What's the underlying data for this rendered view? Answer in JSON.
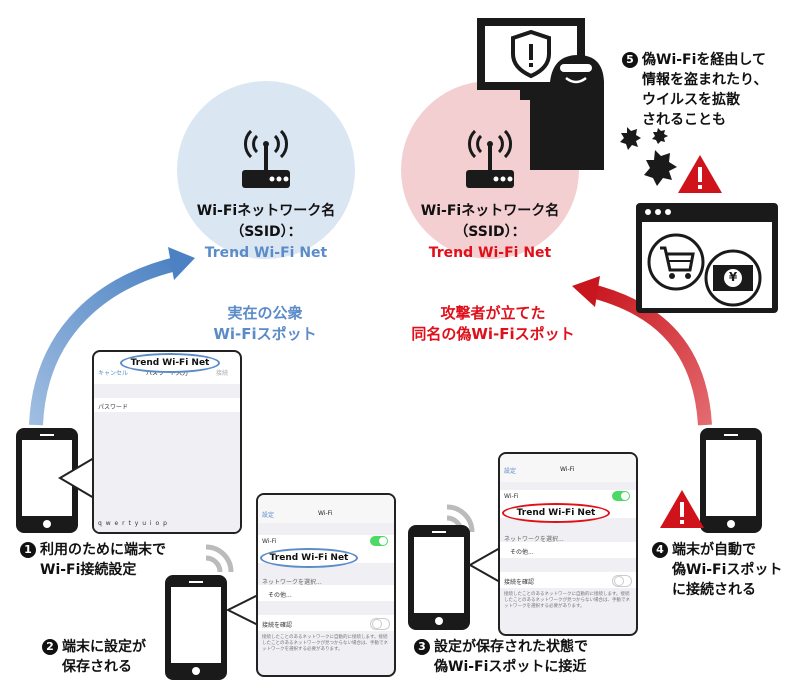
{
  "legit_circle": {
    "line1": "Wi-Fiネットワーク名",
    "line2": "（SSID）：",
    "ssid": "Trend Wi-Fi Net"
  },
  "fake_circle": {
    "line1": "Wi-Fiネットワーク名",
    "line2": "（SSID）：",
    "ssid": "Trend Wi-Fi Net"
  },
  "legit_label": {
    "line1": "実在の公衆",
    "line2": "Wi-Fiスポット"
  },
  "fake_label": {
    "line1": "攻撃者が立てた",
    "line2": "同名の偽Wi-Fiスポット"
  },
  "step1": {
    "num": "1",
    "line1": "利用のために端末で",
    "line2": "Wi-Fi接続設定"
  },
  "step2": {
    "num": "2",
    "line1": "端末に設定が",
    "line2": "保存される"
  },
  "step3": {
    "num": "3",
    "line1": "設定が保存された状態で",
    "line2": "偽Wi-Fiスポットに接近"
  },
  "step4": {
    "num": "4",
    "line1": "端末が自動で",
    "line2": "偽Wi-Fiスポット",
    "line3": "に接続される"
  },
  "step5": {
    "num": "5",
    "line1": "偽Wi-Fiを経由して",
    "line2": "情報を盗まれたり、",
    "line3": "ウイルスを拡散",
    "line4": "されることも"
  },
  "password_screen": {
    "ssid": "Trend Wi-Fi Net",
    "cancel": "キャンセル",
    "title": "パスワード入力",
    "join": "接続",
    "field_label": "パスワード",
    "keyboard_row": "q w e r t y u i o p"
  },
  "settings_screen_a": {
    "back": "設定",
    "title": "Wi-Fi",
    "wifi_label": "Wi-Fi",
    "ssid": "Trend Wi-Fi Net",
    "section_header": "ネットワークを選択...",
    "other": "その他...",
    "ask_label": "接続を確認",
    "ask_note": "接続したことのあるネットワークに自動的に接続します。接続したことのあるネットワークが見つからない場合は、手動でネットワークを選択する必要があります。"
  },
  "settings_screen_b": {
    "back": "設定",
    "title": "Wi-Fi",
    "wifi_label": "Wi-Fi",
    "ssid": "Trend Wi-Fi Net",
    "section_header": "ネットワークを選択...",
    "other": "その他...",
    "ask_label": "接続を確認",
    "ask_note": "接続したことのあるネットワークに自動的に接続します。接続したことのあるネットワークが見つからない場合は、手動でネットワークを選択する必要があります。"
  },
  "yen_symbol": "¥",
  "colors": {
    "legit_circle": "#dbe6f3",
    "fake_circle": "#f4cfd1",
    "legit_accent": "#5b8cc8",
    "fake_accent": "#e0101a",
    "arrow_blue": "#5b8cc8",
    "arrow_red": "#c8161e"
  },
  "icons": [
    "router-icon",
    "smartphone-icon",
    "hacker-icon",
    "warning-icon",
    "virus-icon",
    "browser-window-icon",
    "shopping-cart-icon",
    "yen-bill-icon",
    "wifi-waves-icon"
  ]
}
